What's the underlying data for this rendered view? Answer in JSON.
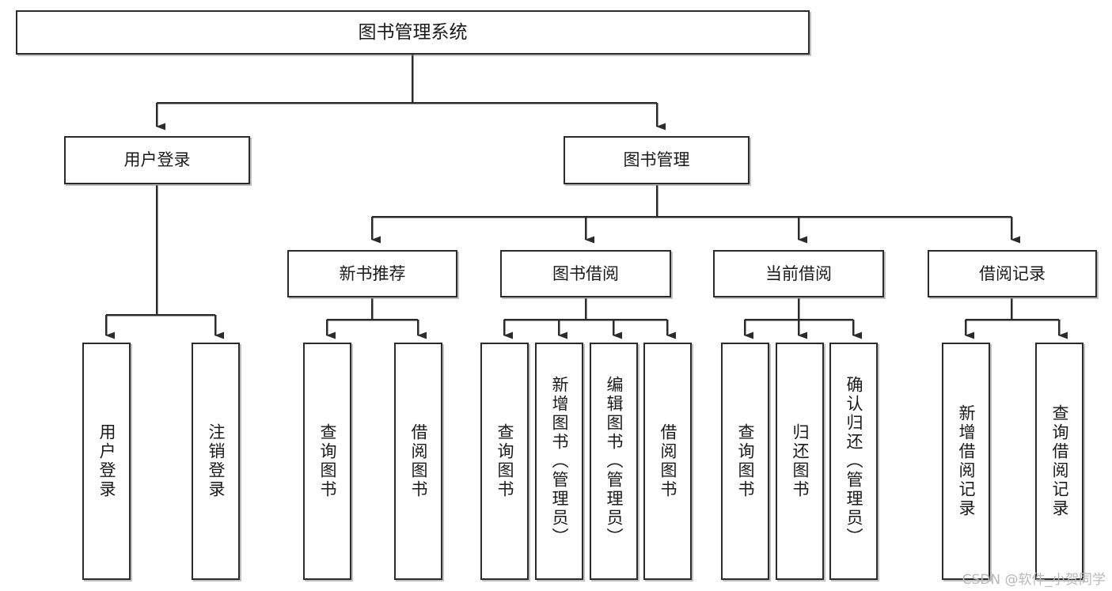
{
  "diagram": {
    "type": "tree-hierarchy-chart",
    "title": "图书管理系统",
    "orientation": "top-down",
    "colors": {
      "box_border": "#2b2b2b",
      "box_fill": "#ffffff",
      "connector": "#2b2b2b",
      "text": "#1a1a1a",
      "watermark": "#b9b9b9",
      "background": "#ffffff"
    },
    "root": {
      "id": "root",
      "label": "图书管理系统",
      "level": 1
    },
    "level2": [
      {
        "id": "user-login",
        "label": "用户登录",
        "level": 2
      },
      {
        "id": "book-management",
        "label": "图书管理",
        "level": 2
      }
    ],
    "level3": [
      {
        "id": "new-book-recommend",
        "label": "新书推荐",
        "level": 3,
        "parent": "book-management"
      },
      {
        "id": "book-borrow",
        "label": "图书借阅",
        "level": 3,
        "parent": "book-management"
      },
      {
        "id": "current-borrow",
        "label": "当前借阅",
        "level": 3,
        "parent": "book-management"
      },
      {
        "id": "borrow-record",
        "label": "借阅记录",
        "level": 3,
        "parent": "book-management"
      }
    ],
    "leaves": [
      {
        "id": "leaf-user-login",
        "label": "用户登录",
        "parent": "user-login"
      },
      {
        "id": "leaf-logout-login",
        "label": "注销登录",
        "parent": "user-login"
      },
      {
        "id": "leaf-query-book-1",
        "label": "查询图书",
        "parent": "new-book-recommend"
      },
      {
        "id": "leaf-borrow-book-1",
        "label": "借阅图书",
        "parent": "new-book-recommend"
      },
      {
        "id": "leaf-query-book-2",
        "label": "查询图书",
        "parent": "book-borrow"
      },
      {
        "id": "leaf-add-book",
        "label": "新增图书（管理员）",
        "parent": "book-borrow"
      },
      {
        "id": "leaf-edit-book",
        "label": "编辑图书（管理员）",
        "parent": "book-borrow"
      },
      {
        "id": "leaf-borrow-book-2",
        "label": "借阅图书",
        "parent": "book-borrow"
      },
      {
        "id": "leaf-query-book-3",
        "label": "查询图书",
        "parent": "current-borrow"
      },
      {
        "id": "leaf-return-book",
        "label": "归还图书",
        "parent": "current-borrow"
      },
      {
        "id": "leaf-confirm-return",
        "label": "确认归还（管理员）",
        "parent": "current-borrow"
      },
      {
        "id": "leaf-add-record",
        "label": "新增借阅记录",
        "parent": "borrow-record"
      },
      {
        "id": "leaf-query-record",
        "label": "查询借阅记录",
        "parent": "borrow-record"
      }
    ],
    "watermark": "CSDN @软件_小贺同学"
  }
}
